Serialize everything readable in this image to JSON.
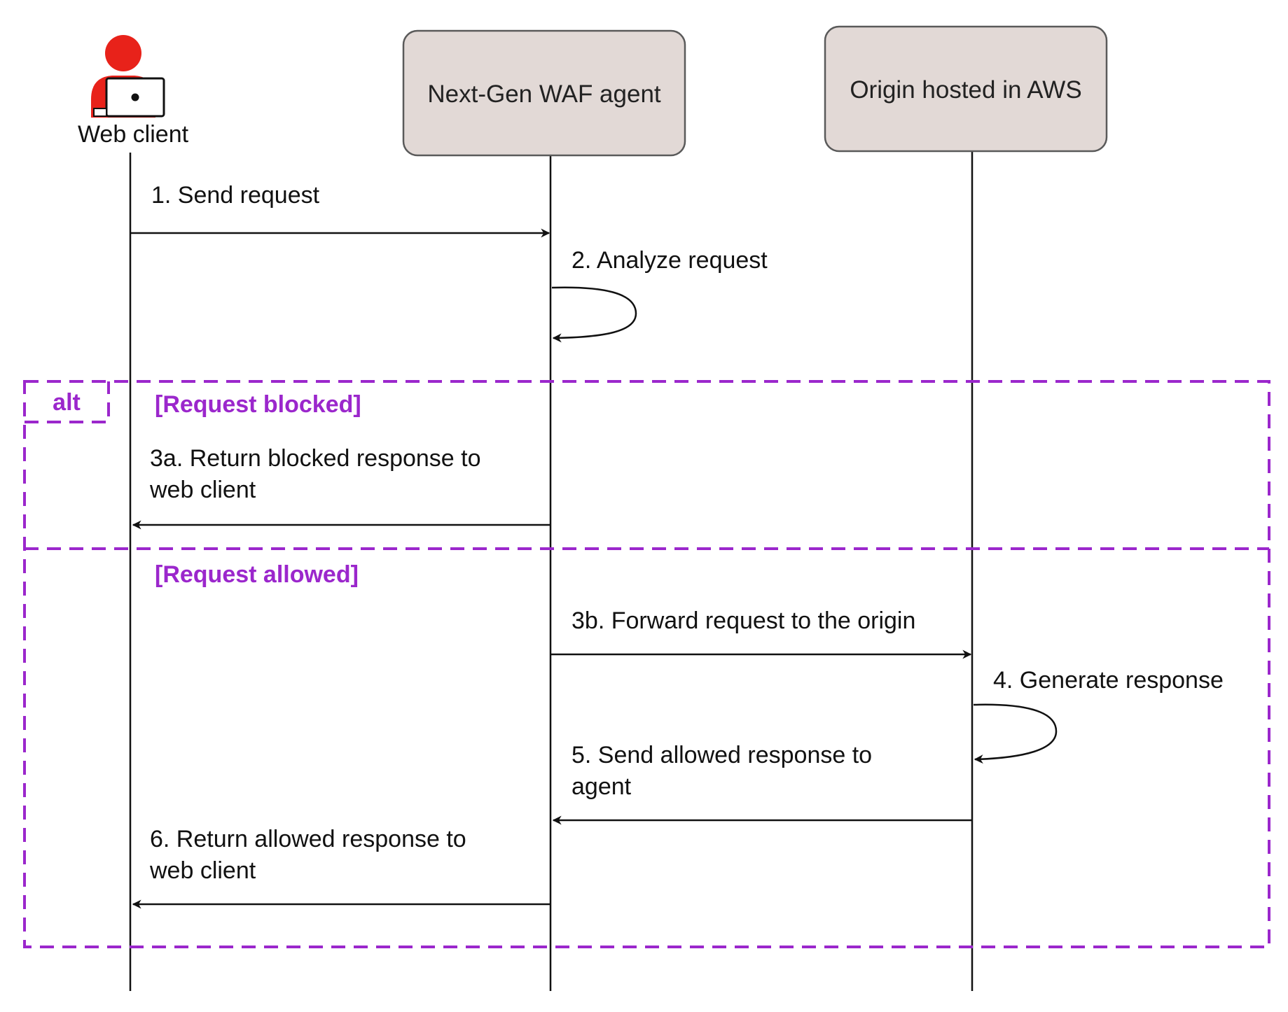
{
  "participants": [
    {
      "id": "client",
      "label": "Web client",
      "icon": "user-laptop-icon",
      "color": "#e8221a"
    },
    {
      "id": "agent",
      "label": "Next-Gen WAF agent"
    },
    {
      "id": "origin",
      "label": "Origin hosted in AWS"
    }
  ],
  "alt_frame": {
    "operator": "alt",
    "color": "#9b27cc",
    "branches": [
      {
        "guard": "[Request blocked]"
      },
      {
        "guard": "[Request allowed]"
      }
    ]
  },
  "messages": [
    {
      "from": "client",
      "to": "agent",
      "lines": [
        "1. Send request"
      ]
    },
    {
      "from": "agent",
      "to": "agent",
      "lines": [
        "2. Analyze request"
      ]
    },
    {
      "from": "agent",
      "to": "client",
      "lines": [
        "3a. Return blocked response to",
        "web client"
      ]
    },
    {
      "from": "agent",
      "to": "origin",
      "lines": [
        "3b. Forward request to the origin"
      ]
    },
    {
      "from": "origin",
      "to": "origin",
      "lines": [
        "4. Generate response"
      ]
    },
    {
      "from": "origin",
      "to": "agent",
      "lines": [
        "5. Send allowed response to",
        "agent"
      ]
    },
    {
      "from": "agent",
      "to": "client",
      "lines": [
        "6. Return allowed response to",
        "web client"
      ]
    }
  ]
}
